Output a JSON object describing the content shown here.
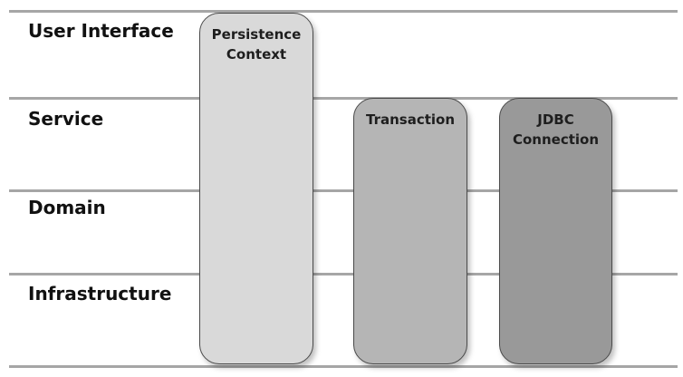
{
  "layers": [
    {
      "label": "User Interface"
    },
    {
      "label": "Service"
    },
    {
      "label": "Domain"
    },
    {
      "label": "Infrastructure"
    }
  ],
  "boxes": [
    {
      "label": "Persistence\nContext",
      "fill": "#d9d9d9"
    },
    {
      "label": "Transaction",
      "fill": "#b5b5b5"
    },
    {
      "label": "JDBC\nConnection",
      "fill": "#999999"
    }
  ],
  "colors": {
    "divider": "#a6a6a6",
    "box_border": "#4a4a4a"
  }
}
